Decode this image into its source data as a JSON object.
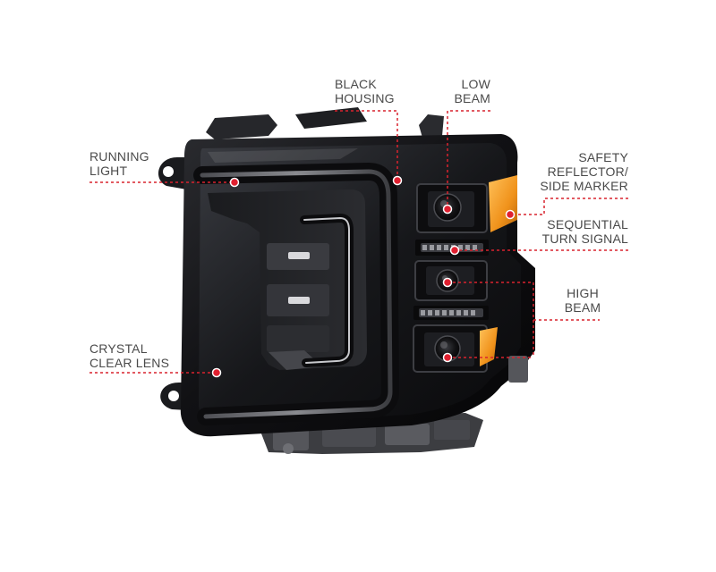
{
  "callouts": {
    "running_light": {
      "line1": "RUNNING",
      "line2": "LIGHT"
    },
    "black_housing": {
      "line1": "BLACK",
      "line2": "HOUSING"
    },
    "low_beam": {
      "line1": "LOW",
      "line2": "BEAM"
    },
    "safety_reflector": {
      "line1": "SAFETY",
      "line2": "REFLECTOR/",
      "line3": "SIDE MARKER"
    },
    "sequential_turn_signal": {
      "line1": "SEQUENTIAL",
      "line2": "TURN SIGNAL"
    },
    "high_beam": {
      "line1": "HIGH",
      "line2": "BEAM"
    },
    "crystal_clear_lens": {
      "line1": "CRYSTAL",
      "line2": "CLEAR LENS"
    }
  },
  "colors": {
    "leader_line": "#d9232e",
    "marker_dot": "#e02030",
    "housing": "#141416",
    "amber": "#f29a1c",
    "label_text": "#4a4a4a"
  }
}
